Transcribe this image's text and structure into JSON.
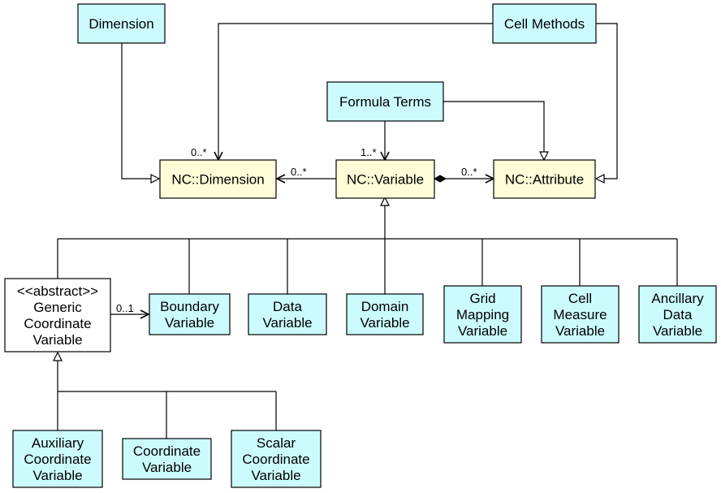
{
  "colors": {
    "class_fill": "#ccfbfe",
    "nc_fill": "#fefdd8",
    "abstract_fill": "#ffffff",
    "stroke": "#000000"
  },
  "boxes": {
    "dimension": {
      "lines": [
        "Dimension"
      ]
    },
    "cell_methods": {
      "lines": [
        "Cell Methods"
      ]
    },
    "formula_terms": {
      "lines": [
        "Formula Terms"
      ]
    },
    "nc_dimension": {
      "lines": [
        "NC::Dimension"
      ]
    },
    "nc_variable": {
      "lines": [
        "NC::Variable"
      ]
    },
    "nc_attribute": {
      "lines": [
        "NC::Attribute"
      ]
    },
    "generic_coordinate_variable": {
      "lines": [
        "<<abstract>>",
        "Generic",
        "Coordinate",
        "Variable"
      ]
    },
    "boundary_variable": {
      "lines": [
        "Boundary",
        "Variable"
      ]
    },
    "data_variable": {
      "lines": [
        "Data",
        "Variable"
      ]
    },
    "domain_variable": {
      "lines": [
        "Domain",
        "Variable"
      ]
    },
    "grid_mapping_variable": {
      "lines": [
        "Grid",
        "Mapping",
        "Variable"
      ]
    },
    "cell_measure_variable": {
      "lines": [
        "Cell",
        "Measure",
        "Variable"
      ]
    },
    "ancillary_data_variable": {
      "lines": [
        "Ancillary",
        "Data",
        "Variable"
      ]
    },
    "auxiliary_coordinate_variable": {
      "lines": [
        "Auxiliary",
        "Coordinate",
        "Variable"
      ]
    },
    "coordinate_variable": {
      "lines": [
        "Coordinate",
        "Variable"
      ]
    },
    "scalar_coordinate_variable": {
      "lines": [
        "Scalar",
        "Coordinate",
        "Variable"
      ]
    }
  },
  "multiplicities": {
    "cell_methods_to_nc_dimension": "0..*",
    "formula_terms_to_nc_variable": "1..*",
    "nc_variable_to_nc_dimension": "0..*",
    "nc_variable_to_nc_attribute": "0..*",
    "generic_to_boundary": "0..1"
  }
}
